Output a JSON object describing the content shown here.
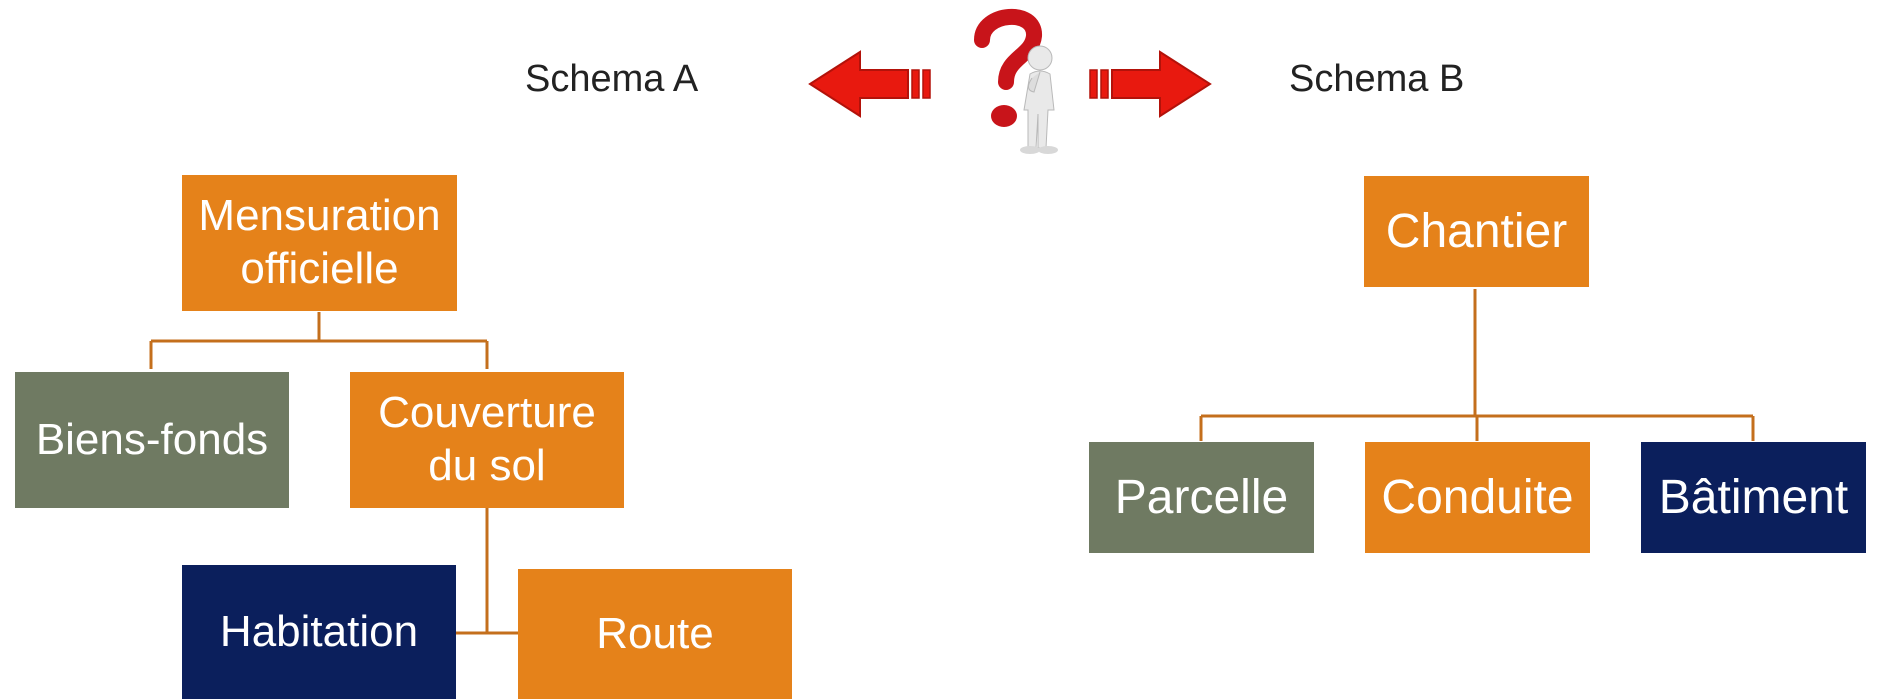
{
  "header": {
    "left_label": "Schema A",
    "right_label": "Schema B"
  },
  "colors": {
    "orange": "#e5821a",
    "green": "#6f7a62",
    "navy": "#0b1f5c",
    "connector": "#c46f1c",
    "arrow_red": "#e8190f",
    "question_red": "#c8141a"
  },
  "icons": {
    "left_arrow": "arrow-left-icon",
    "right_arrow": "arrow-right-icon",
    "figure": "thinking-person-with-question-mark-icon"
  },
  "schema_a": {
    "root": {
      "line1": "Mensuration",
      "line2": "officielle"
    },
    "biens_fonds": "Biens-fonds",
    "couverture": {
      "line1": "Couverture",
      "line2": "du sol"
    },
    "habitation": "Habitation",
    "route": "Route"
  },
  "schema_b": {
    "root": "Chantier",
    "parcelle": "Parcelle",
    "conduite": "Conduite",
    "batiment": "Bâtiment"
  }
}
